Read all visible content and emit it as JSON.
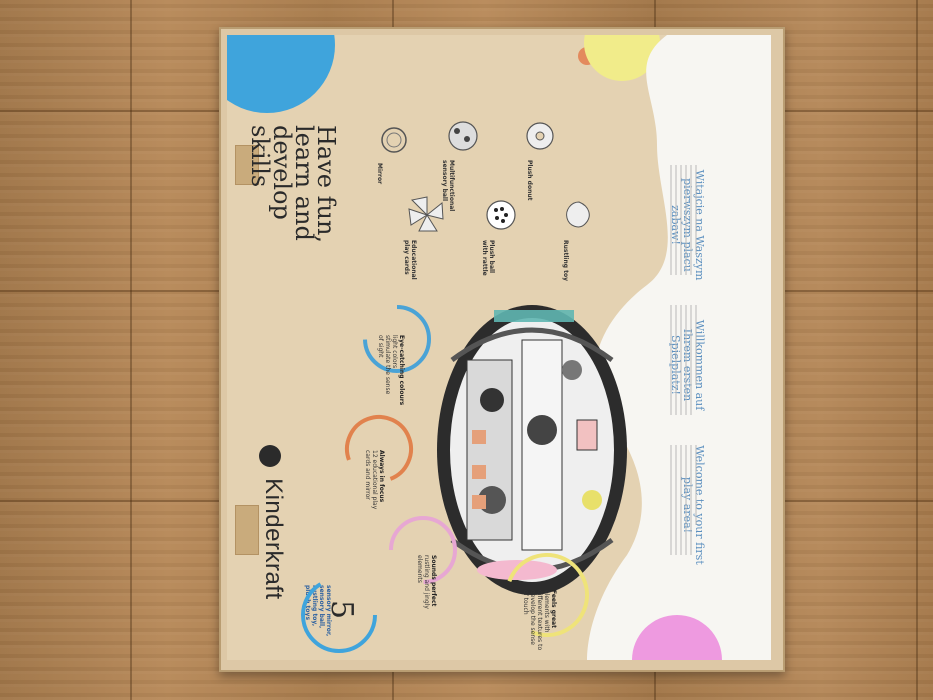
{
  "box": {
    "brand": "Kinderkraft",
    "headline": "Have fun, learn and develop skills",
    "count": "5",
    "count_caption": "sensory mirror, sensory ball, rustling toy, plush toys",
    "products": [
      {
        "label": "Mirror"
      },
      {
        "label": "Multifunctional sensory ball"
      },
      {
        "label": "Plush donut"
      },
      {
        "label": "Educational play cards"
      },
      {
        "label": "Plush ball with rattle"
      },
      {
        "label": "Rustling toy"
      }
    ],
    "features": [
      {
        "title": "Eye-catching colours",
        "desc": "light colors stimulate the sense of sight",
        "color": "#4aa3d6"
      },
      {
        "title": "Always in focus",
        "desc": "12 educational play cards and mirror",
        "color": "#e1824d"
      },
      {
        "title": "Sounds perfect",
        "desc": "rustling and jingly elements",
        "color": "#e7a7d3"
      },
      {
        "title": "Feels great",
        "desc": "elements with different textures to develop the sense of touch",
        "color": "#efe379"
      }
    ],
    "welcome": [
      {
        "heading": "Witajcie na Waszym pierwszym placu zabaw!"
      },
      {
        "heading": "Willkommen auf Ihrem ersten Spielplatz!"
      },
      {
        "heading": "Welcome to your first play area!"
      }
    ],
    "colors": {
      "cardboard": "#e4d2b2",
      "accent_blue": "#3fa4dc",
      "accent_pink": "#ee9ae0",
      "accent_orange": "#e38a5d",
      "accent_yellow": "#f3ee7e"
    }
  }
}
